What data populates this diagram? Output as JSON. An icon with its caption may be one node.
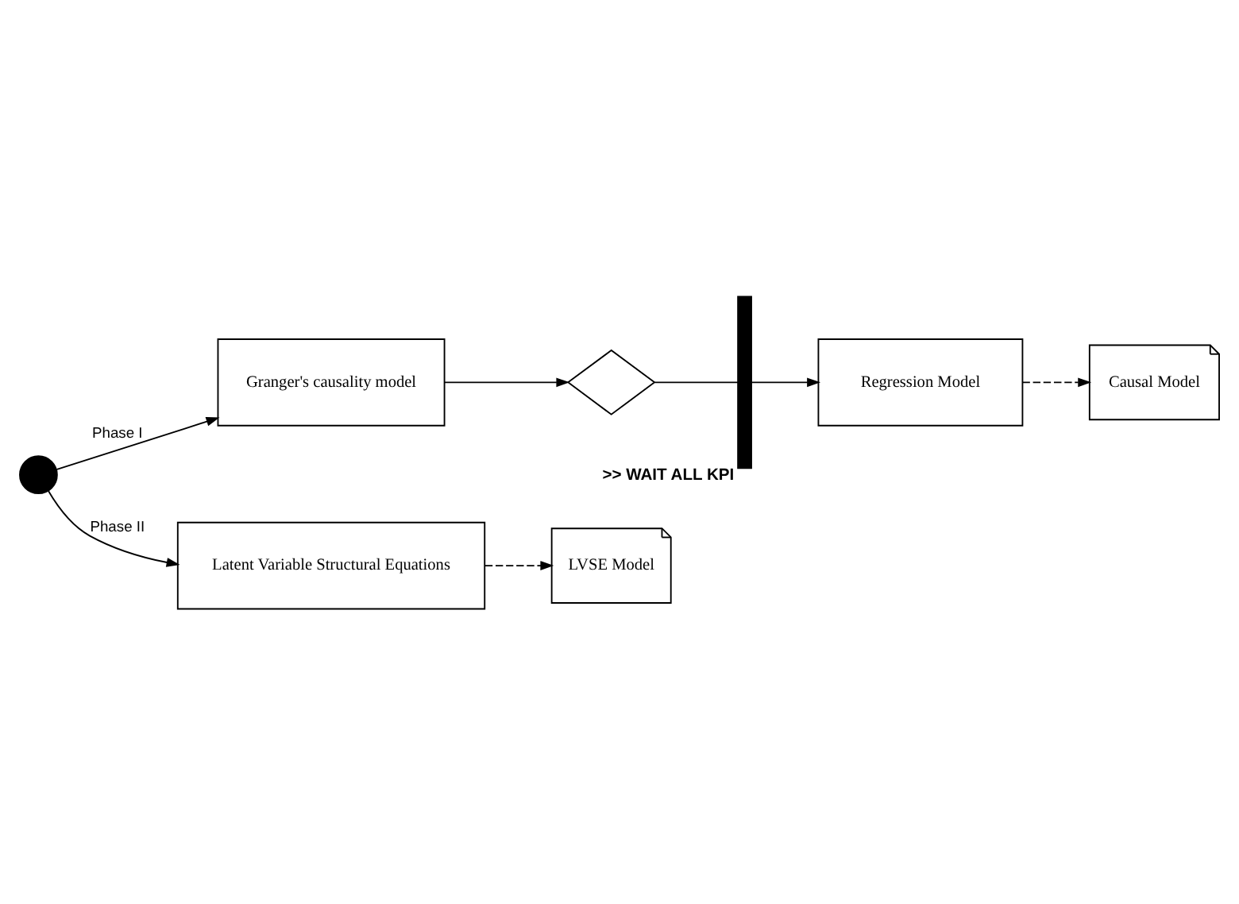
{
  "diagram": {
    "nodes": [
      {
        "text": [],
        "shape": "circle"
      },
      {
        "text": [
          "Granger's causality model"
        ]
      },
      {
        "text": [],
        "shape": "diamond"
      },
      {
        "text": [
          ">> WAIT ALL KPI"
        ]
      },
      {
        "text": [
          "Regression Model"
        ]
      },
      {
        "text": [
          "Causal Model"
        ]
      },
      {
        "text": [
          "Latent Variable Structural Equations"
        ]
      },
      {
        "text": [
          "LVSE Model"
        ]
      }
    ],
    "edges": [
      {
        "from": 0,
        "to": 1,
        "arrow": "to",
        "label": "Phase I"
      },
      {
        "from": 1,
        "to": 2,
        "arrow": "to"
      },
      {
        "from": 2,
        "to": 3,
        "arrow": "none"
      },
      {
        "from": 3,
        "to": 4,
        "arrow": "to"
      },
      {
        "from": 4,
        "to": 5,
        "arrow": "to",
        "style": "dashed"
      },
      {
        "from": 0,
        "to": 6,
        "arrow": "to",
        "label": "Phase II"
      },
      {
        "from": 6,
        "to": 7,
        "arrow": "to",
        "style": "dashed"
      }
    ]
  }
}
